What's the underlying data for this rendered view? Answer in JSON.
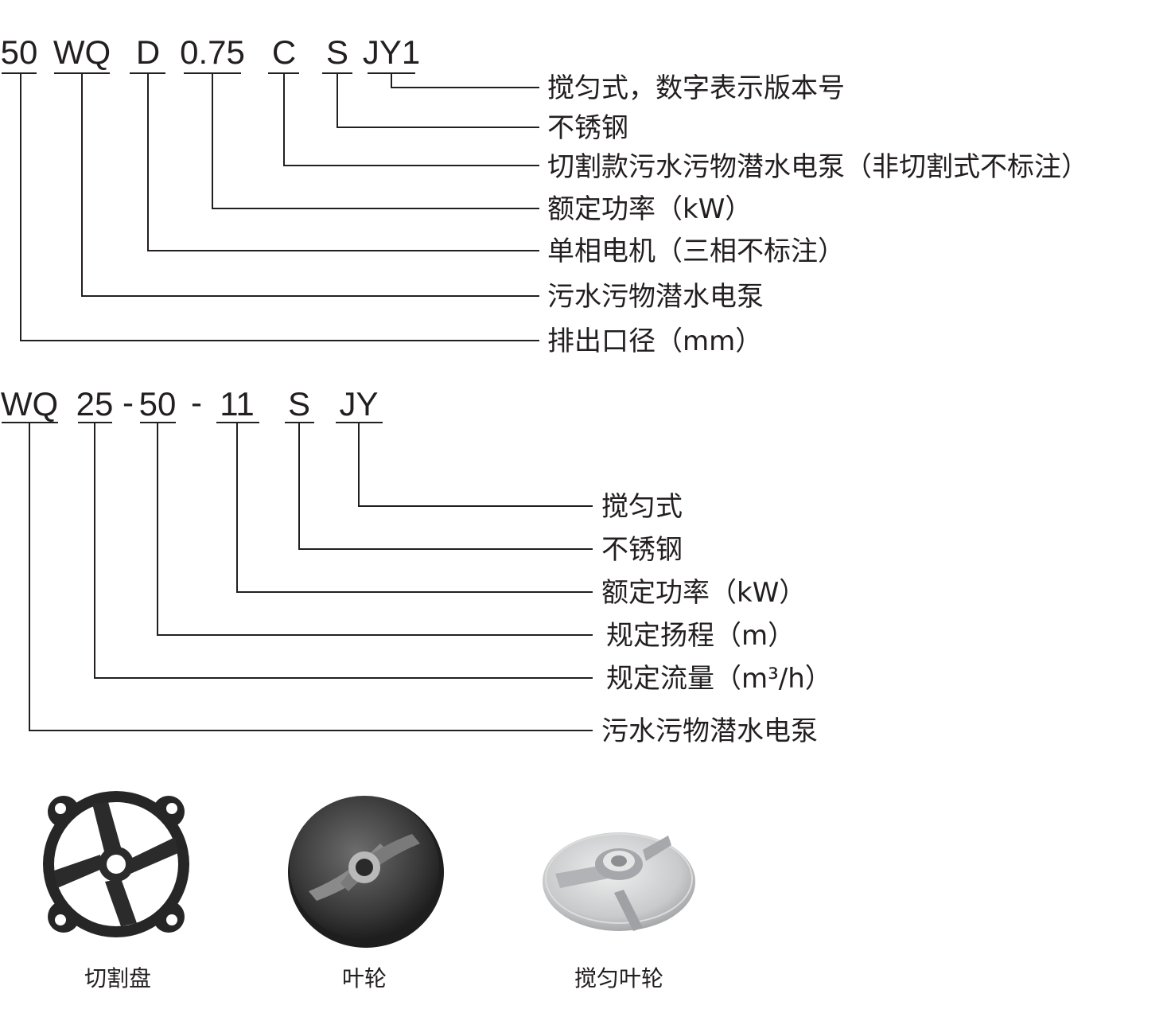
{
  "model_1": {
    "codes": [
      "50",
      "WQ",
      "D",
      "0.75",
      "C",
      "S",
      "JY1"
    ],
    "descriptions": [
      "搅匀式，数字表示版本号",
      "不锈钢",
      "切割款污水污物潜水电泵（非切割式不标注）",
      "额定功率（kW）",
      "单相电机（三相不标注）",
      "污水污物潜水电泵",
      "排出口径（mm）"
    ]
  },
  "model_2": {
    "codes": [
      "WQ",
      "25",
      "50",
      "11",
      "S",
      "JY"
    ],
    "separators": [
      "-",
      "-"
    ],
    "descriptions": [
      "搅匀式",
      "不锈钢",
      "额定功率（kW）",
      "规定扬程（m）",
      "规定流量（m³/h）",
      "污水污物潜水电泵"
    ]
  },
  "parts": [
    {
      "caption": "切割盘",
      "icon": "cutting-disc-icon"
    },
    {
      "caption": "叶轮",
      "icon": "impeller-icon"
    },
    {
      "caption": "搅匀叶轮",
      "icon": "mixing-impeller-icon"
    }
  ],
  "colors": {
    "ink": "#231f20",
    "dark_metal": "#3a3a3a",
    "light_metal": "#c9cacc"
  }
}
